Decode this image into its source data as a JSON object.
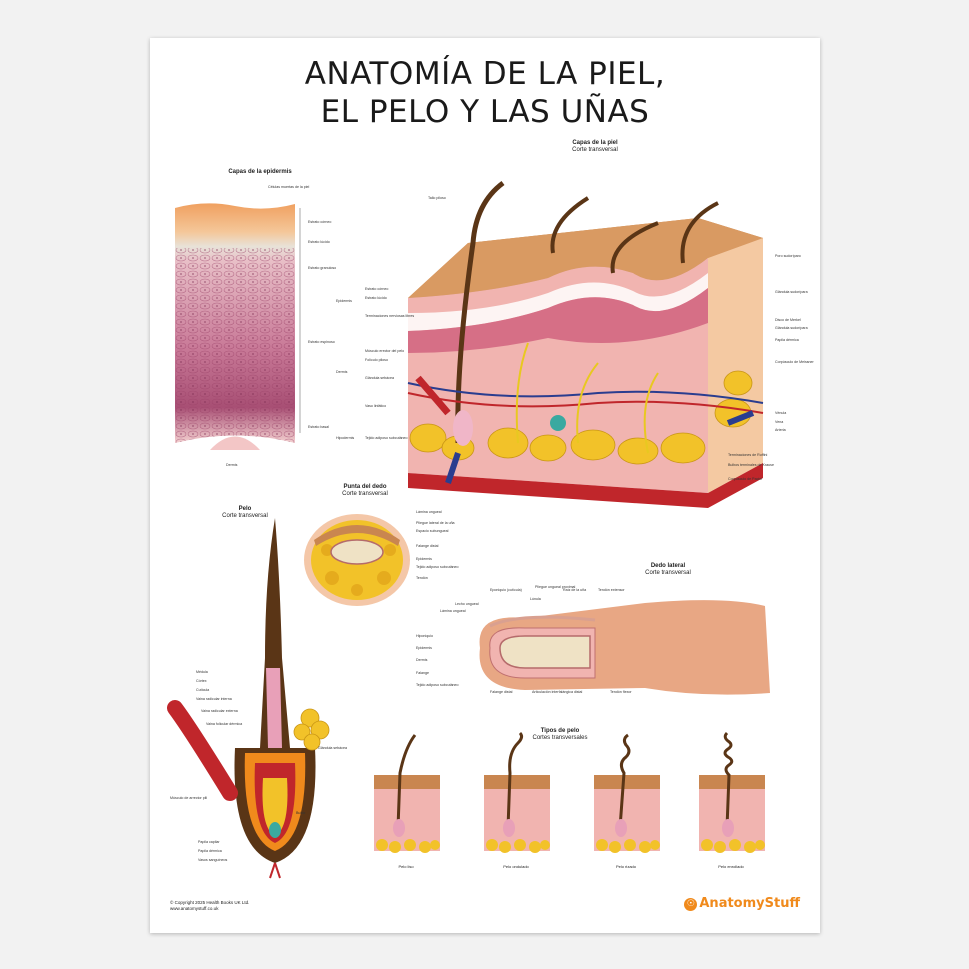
{
  "title": {
    "line1": "ANATOMÍA DE LA PIEL,",
    "line2": "EL PELO Y LAS UÑAS"
  },
  "epidermis": {
    "heading": "Capas de la epidermis",
    "labels": [
      "Células muertas de la piel",
      "Estrato córneo",
      "Estrato lúcido",
      "Estrato granuloso",
      "Estrato espinoso",
      "Estrato basal",
      "Dermis"
    ]
  },
  "skin": {
    "heading": "Capas de la piel",
    "subheading": "Corte transversal",
    "left_labels": [
      "Tallo piloso",
      "Estrato córneo",
      "Estrato lúcido",
      "Epidermis",
      "Terminaciones nerviosas libres",
      "Músculo erector del pelo",
      "Folículo piloso",
      "Dermis",
      "Glándula sebácea",
      "Vaso linfático",
      "Tejido adiposo subcutáneo",
      "Hipodermis"
    ],
    "right_labels": [
      "Poro sudoríparo",
      "Glándula sudorípara",
      "Disco de Merkel",
      "Glándula sudorípara",
      "Papila dérmica",
      "Corpúsculo de Meissner",
      "Vénula",
      "Vena",
      "Arteria",
      "Terminaciones de Ruffini",
      "Bulbos terminales de Krause",
      "Corpúsculo de Pacini"
    ]
  },
  "fingertip": {
    "heading": "Punta del dedo",
    "subheading": "Corte transversal",
    "labels": [
      "Lámina ungueal",
      "Pliegue lateral de la uña",
      "Espacio subungueal",
      "Falange distal",
      "Epidermis",
      "Tejido adiposo subcutáneo",
      "Tendón"
    ]
  },
  "hair": {
    "heading": "Pelo",
    "subheading": "Corte transversal",
    "labels": [
      "Médula",
      "Córtex",
      "Cutícula",
      "Vaina radicular interna",
      "Vaina radicular externa",
      "Vaina folicular dérmica",
      "Músculo de arrector pili",
      "Glándula sebácea",
      "Papila capilar",
      "Papila dérmica",
      "Vasos sanguíneos",
      "Bulbo"
    ]
  },
  "finger": {
    "heading": "Dedo lateral",
    "subheading": "Corte transversal",
    "labels": [
      "Eponiquio (cutícula)",
      "Pliegue ungueal proximal",
      "Raíz de la uña",
      "Tendón extensor",
      "Lúnula",
      "Lecho ungueal",
      "Lámina ungueal",
      "Hiponiquio",
      "Epidermis",
      "Dermis",
      "Falange",
      "Tejido adiposo subcutáneo",
      "Falange distal",
      "Articulación interfalángica distal",
      "Tendón flexor"
    ]
  },
  "hair_types": {
    "heading": "Tipos de pelo",
    "subheading": "Cortes transversales",
    "items": [
      "Pelo liso",
      "Pelo ondulado",
      "Pelo rizado",
      "Pelo enrollado"
    ]
  },
  "footer": {
    "copyright": "© Copyright 2025 Health Books UK Ltd.",
    "url": "www.anatomystuff.co.uk"
  },
  "brand": {
    "name": "AnatomyStuff",
    "icon": "figure-icon"
  },
  "colors": {
    "epidermis": "#e89a5f",
    "dermis": "#f2b8b8",
    "fat": "#f2c229",
    "artery": "#c0262b",
    "vein": "#2a3d8f",
    "hair": "#5a3516"
  }
}
